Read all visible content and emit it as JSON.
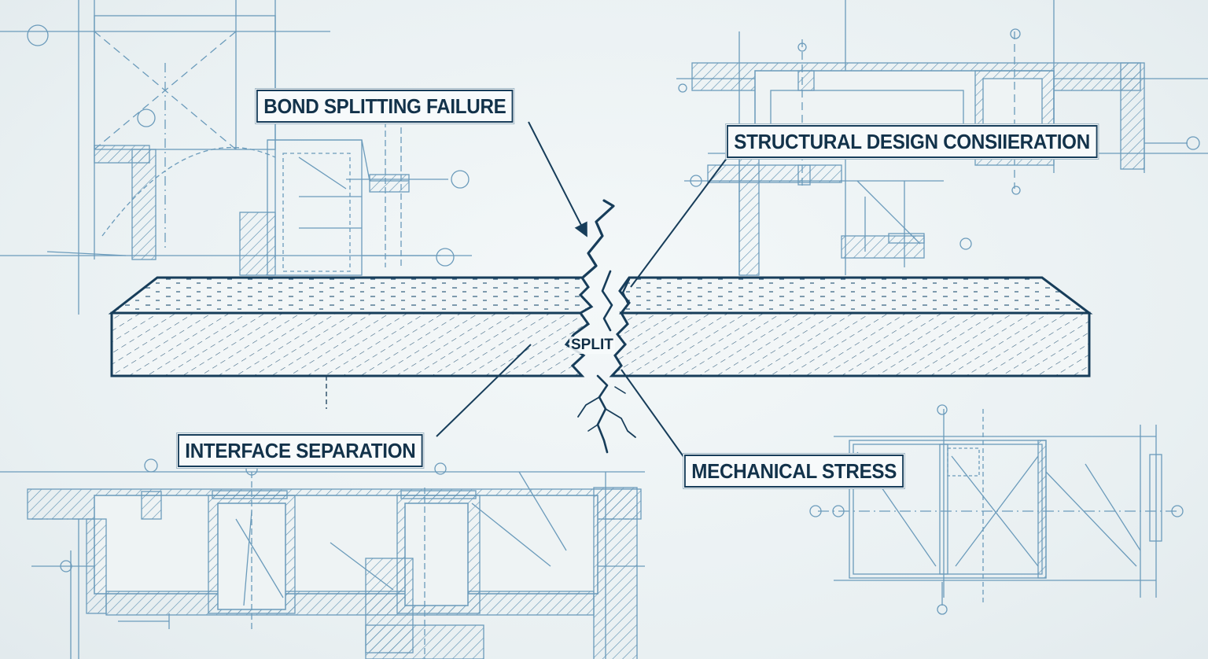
{
  "labels": {
    "bond_splitting_failure": "BOND SPLITTING FAILURE",
    "structural_design": "STRUCTURAL DESIGN CONSIIERATION",
    "interface_separation": "INTERFACE SEPARATION",
    "mechanical_stress": "MECHANICAL STRESS",
    "split": "SPLIT"
  },
  "colors": {
    "ink": "#173d5a",
    "blueprint_line": "#5b8fb0",
    "paper": "#eef3f4"
  }
}
